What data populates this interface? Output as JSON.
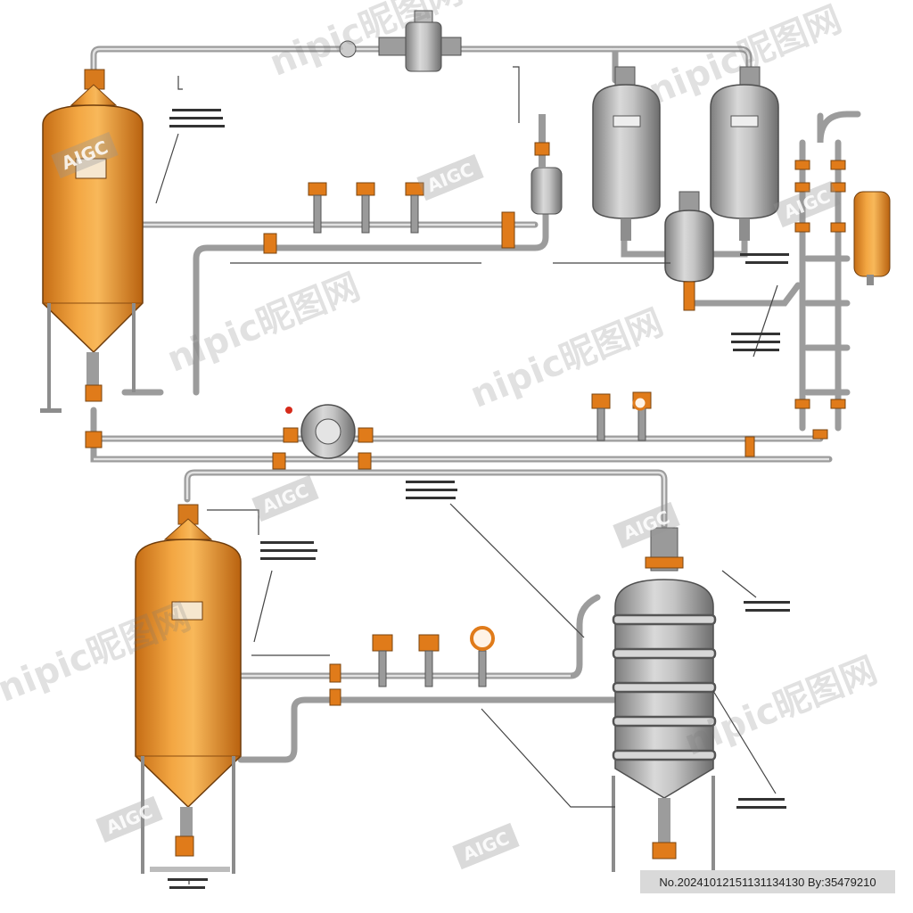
{
  "colors": {
    "tank_orange": "#e8902a",
    "tank_orange_dark": "#b86514",
    "steel": "#a9a9a9",
    "steel_dark": "#6f6f6f",
    "pipe": "#c9c9c9",
    "valve_orange": "#e07b1a",
    "label_line": "#444444"
  },
  "watermarks": {
    "nipic": [
      "nipic昵图网",
      "nipic昵图网",
      "nipic昵图网",
      "nipic昵图网",
      "nipic昵图网",
      "nipic昵图网"
    ],
    "aigc": [
      "AIGC",
      "AIGC",
      "AIGC",
      "AIGC",
      "AIGC",
      "AIGC",
      "AIGC"
    ]
  },
  "footer_id": "No.20241012151131134130 By:35479210",
  "components": {
    "tanks": [
      "orange-fermenter-upper",
      "orange-fermenter-lower",
      "steel-vessel-left",
      "steel-vessel-right",
      "steel-receiver-small",
      "steel-jacketed-tank",
      "orange-side-tank"
    ],
    "icons": [
      "pump-icon",
      "gauge-icon",
      "valve-icon",
      "filter-housing-icon"
    ]
  }
}
